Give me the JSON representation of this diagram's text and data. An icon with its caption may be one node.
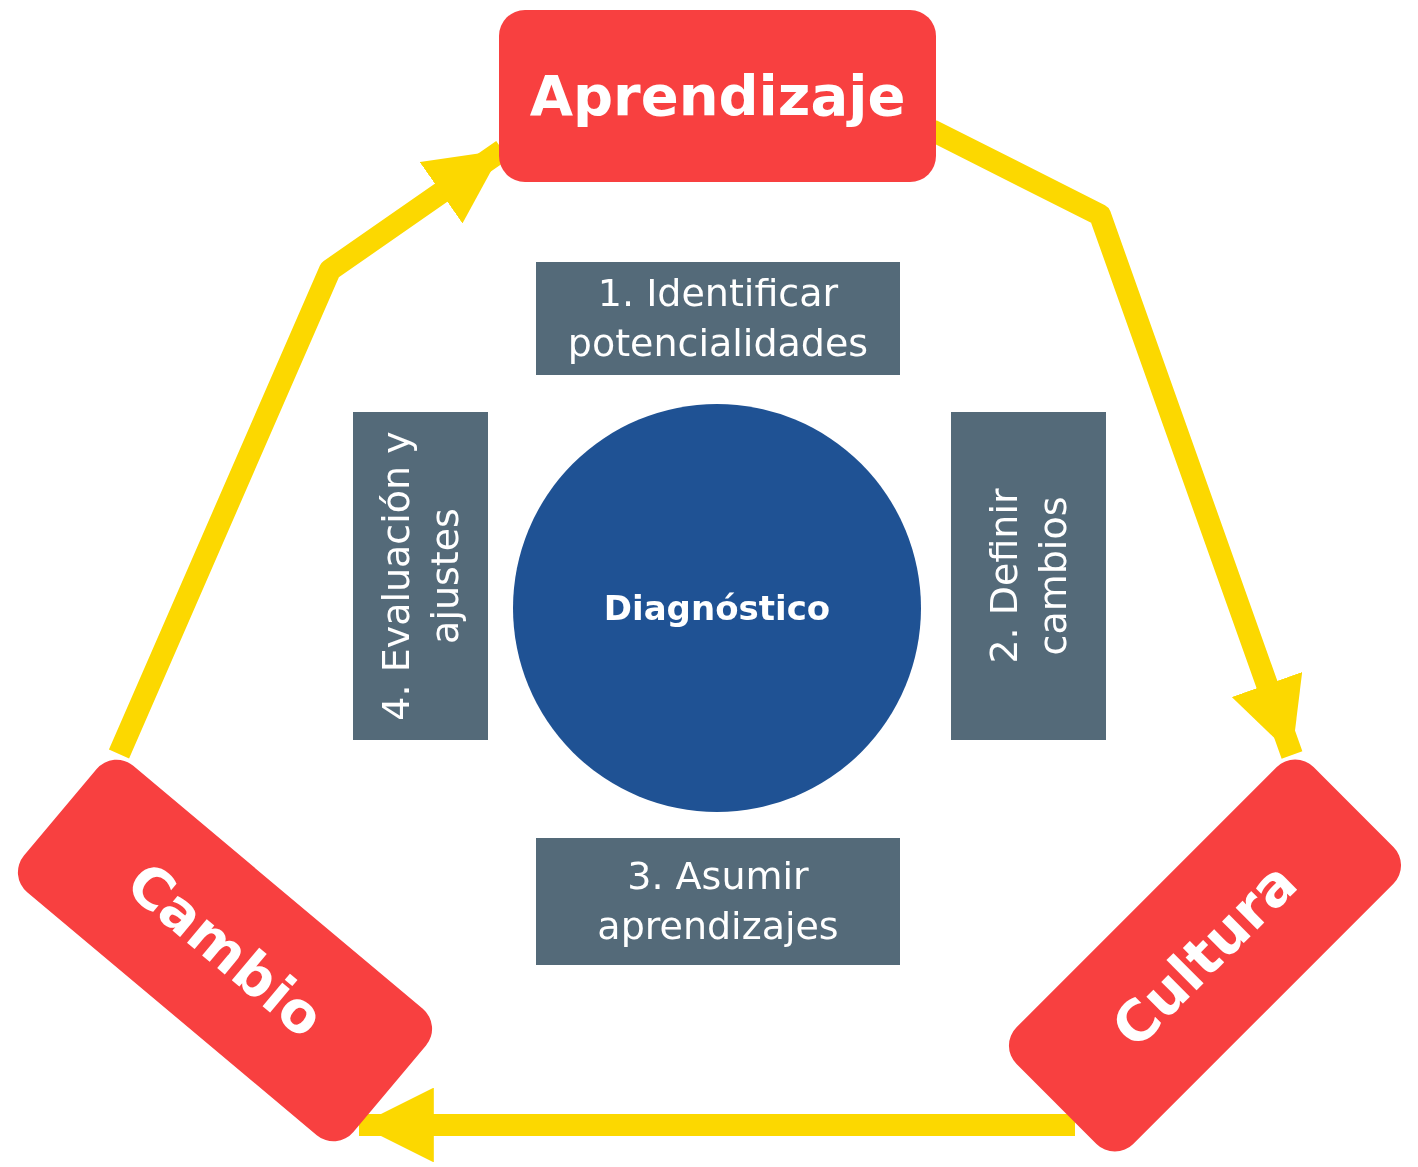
{
  "diagram": {
    "nodes": [
      {
        "text": [
          "Aprendizaje"
        ]
      },
      {
        "text": [
          "Cultura"
        ]
      },
      {
        "text": [
          "Cambio"
        ]
      },
      {
        "text": [
          "Diagnóstico"
        ]
      },
      {
        "text": [
          "1. Identificar potencialidades"
        ]
      },
      {
        "text": [
          "2. Definir cambios"
        ]
      },
      {
        "text": [
          "3. Asumir aprendizajes"
        ]
      },
      {
        "text": [
          "4. Evaluación y ajustes"
        ]
      }
    ],
    "edges": [
      {
        "from": 0,
        "to": 1,
        "arrow": "to"
      },
      {
        "from": 1,
        "to": 2,
        "arrow": "to"
      },
      {
        "from": 2,
        "to": 0,
        "arrow": "to"
      }
    ]
  }
}
